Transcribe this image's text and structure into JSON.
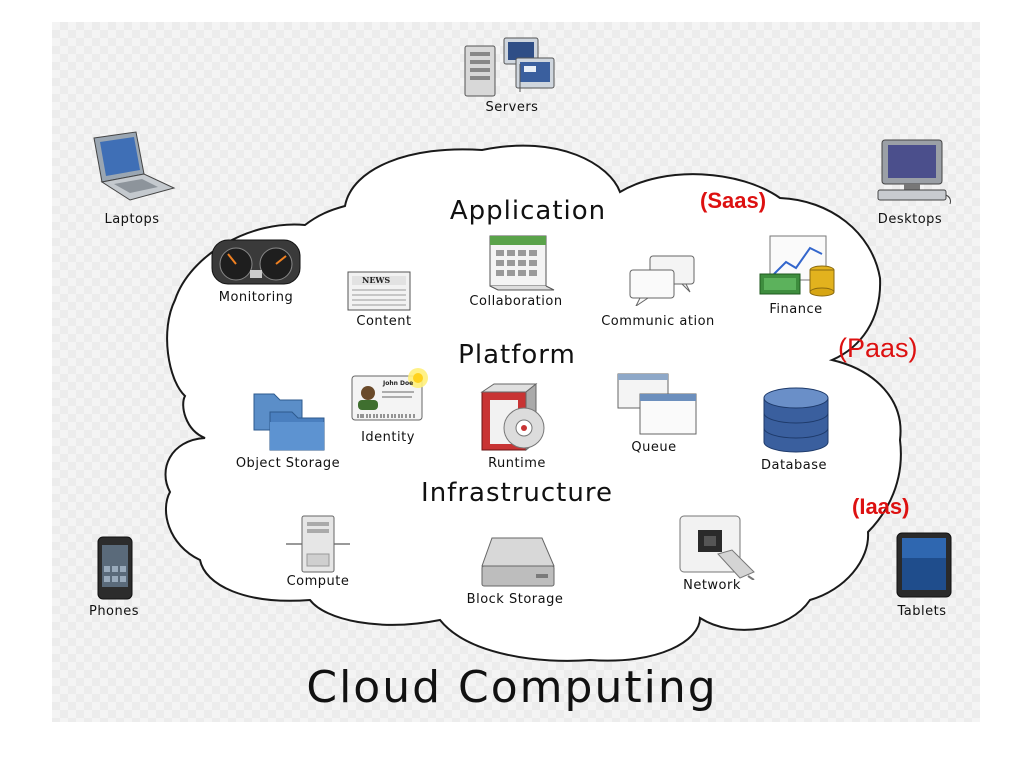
{
  "title": "Cloud Computing",
  "layers": {
    "application": "Application",
    "platform": "Platform",
    "infrastructure": "Infrastructure"
  },
  "service_models": {
    "saas": "(Saas)",
    "paas": "(Paas)",
    "iaas": "(Iaas)"
  },
  "clients": {
    "servers": "Servers",
    "laptops": "Laptops",
    "desktops": "Desktops",
    "phones": "Phones",
    "tablets": "Tablets"
  },
  "application_items": {
    "monitoring": "Monitoring",
    "content": "Content",
    "collaboration": "Collaboration",
    "communication": "Communic ation",
    "finance": "Finance"
  },
  "platform_items": {
    "object_storage": "Object Storage",
    "identity": "Identity",
    "runtime": "Runtime",
    "queue": "Queue",
    "database": "Database"
  },
  "infrastructure_items": {
    "compute": "Compute",
    "block_storage": "Block Storage",
    "network": "Network"
  },
  "icon_text": {
    "news": "NEWS",
    "john_doe": "John Doe"
  },
  "colors": {
    "service_model": "#dd1111",
    "cloud_stroke": "#1a1a1a",
    "cloud_fill": "#ffffff"
  }
}
